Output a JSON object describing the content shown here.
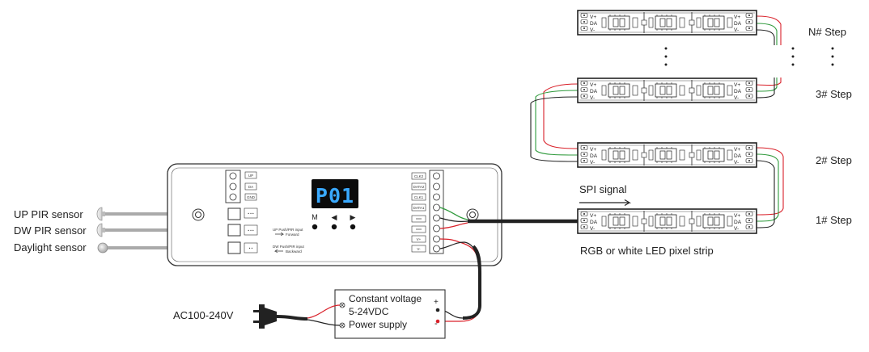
{
  "sensors": {
    "up_pir": "UP PIR sensor",
    "dw_pir": "DW PIR sensor",
    "daylight": "Daylight sensor"
  },
  "controller": {
    "display": "P01",
    "buttons": [
      "M",
      "◀",
      "▶"
    ],
    "left_terminals": [
      "UP",
      "DA",
      "GND"
    ],
    "right_terminals": [
      "CLK2",
      "DATA2",
      "CLK1",
      "DATA1",
      "",
      "",
      "V+",
      "V-"
    ],
    "up_input_label": "UP Push/PIR input",
    "up_input_sub": "Forward",
    "dw_input_label": "DW Push/PIR input",
    "dw_input_sub": "Backward"
  },
  "signal_label": "SPI signal",
  "strip_caption": "RGB or white LED pixel strip",
  "strip_pins": [
    "V+",
    "DA",
    "V-"
  ],
  "steps": [
    "N# Step",
    "3# Step",
    "2# Step",
    "1# Step"
  ],
  "power": {
    "ac_label": "AC100-240V",
    "line1": "Constant voltage",
    "line2": "5-24VDC",
    "line3": "Power supply",
    "plus": "+",
    "minus": "-"
  },
  "colors": {
    "red": "#d9212a",
    "green": "#2f9a3c",
    "wire": "#222222",
    "display_text": "#39a9ff"
  }
}
